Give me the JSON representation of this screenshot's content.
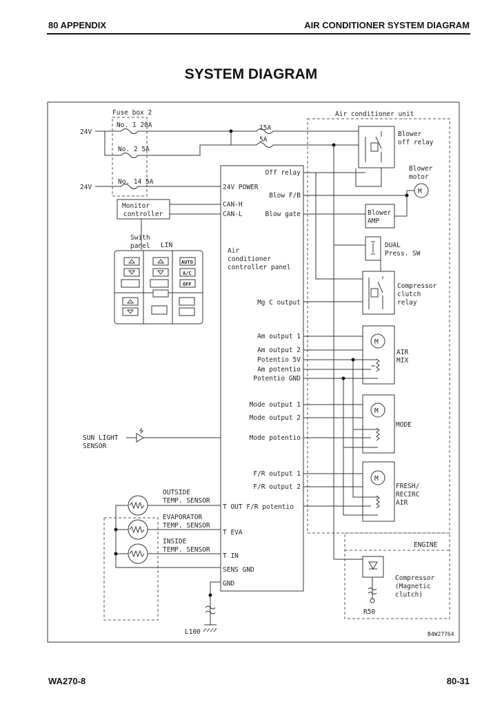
{
  "header": {
    "left": "80 APPENDIX",
    "right": "AIR CONDITIONER SYSTEM DIAGRAM"
  },
  "title": "SYSTEM DIAGRAM",
  "footer": {
    "left": "WA270-8",
    "right": "80-31"
  },
  "diagram": {
    "fuse_box_label": "Fuse box 2",
    "fuse1": "No. 1 20A",
    "fuse2": "No. 2 5A",
    "fuse14": "No. 14 5A",
    "supply1": "24V",
    "supply2": "24V",
    "fuse_15a": "15A",
    "fuse_5a": "5A",
    "ac_unit_label": "Air conditioner unit",
    "blower_off_relay": [
      "Blower",
      "off relay"
    ],
    "blower_motor": [
      "Blower",
      "motor"
    ],
    "blower_amp": [
      "Blower",
      "AMP"
    ],
    "dual_sw": [
      "DUAL",
      "Press. SW"
    ],
    "comp_relay": [
      "Compressor",
      "clutch",
      "relay"
    ],
    "air_mix": [
      "AIR",
      "MIX"
    ],
    "mode": "MODE",
    "fresh": [
      "FRESH/",
      "RECIRC",
      "AIR"
    ],
    "engine": "ENGINE",
    "compressor": [
      "Compressor",
      "(Magnetic",
      "clutch)"
    ],
    "r50": "R50",
    "monitor_controller": [
      "Monitor",
      "controller"
    ],
    "switch_panel": [
      "Swith",
      "panel"
    ],
    "lin": "LIN",
    "panel_title": [
      "Air",
      "conditioner",
      "controller panel"
    ],
    "sun_sensor": [
      "SUN LIGHT",
      "SENSOR"
    ],
    "outside_sensor": [
      "OUTSIDE",
      "TEMP. SENSOR"
    ],
    "evap_sensor": [
      "EVAPORATOR",
      "TEMP. SENSOR"
    ],
    "inside_sensor": [
      "INSIDE",
      "TEMP. SENSOR"
    ],
    "l100": "L100",
    "drawing_no": "B4W27764",
    "key_auto": "AUTO",
    "key_ac": "A/C",
    "key_off": "OFF",
    "pins_left": [
      "24V POWER",
      "CAN-H",
      "CAN-L",
      "T OUT F/R potentio",
      "T EVA",
      "T IN",
      "SENS GND",
      "GND"
    ],
    "pins_right": [
      "Off relay",
      "Blow F/B",
      "Blow gate",
      "Mg C output",
      "Am output 1",
      "Am output 2",
      "Potentio 5V",
      "Am potentio",
      "Potentio GND",
      "Mode output 1",
      "Mode output 2",
      "Mode potentio",
      "F/R output 1",
      "F/R output 2"
    ]
  }
}
